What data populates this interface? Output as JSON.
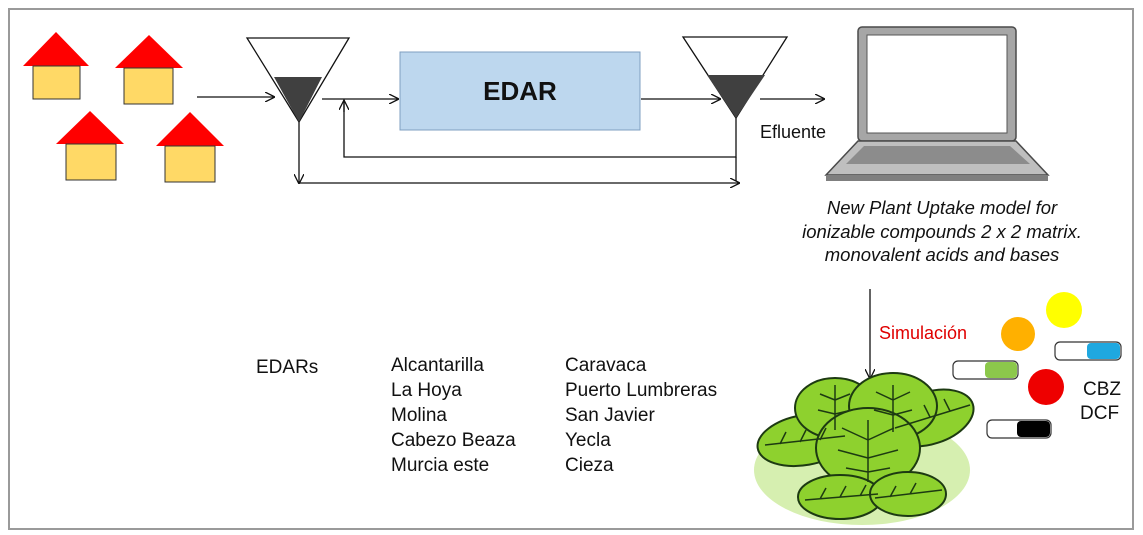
{
  "diagram": {
    "process_box_label": "EDAR",
    "effluent_label": "Efluente",
    "model_note": [
      "New Plant Uptake model for",
      "ionizable compounds 2 x 2 matrix.",
      "monovalent acids and bases"
    ],
    "simulation_label": "Simulación",
    "plants_heading": "EDARs",
    "plants_column_1": [
      "Alcantarilla",
      "La Hoya",
      "Molina",
      "Cabezo Beaza",
      "Murcia este"
    ],
    "plants_column_2": [
      "Caravaca",
      "Puerto Lumbreras",
      "San Javier",
      "Yecla",
      "Cieza"
    ],
    "compound_labels": [
      "CBZ",
      "DCF"
    ]
  },
  "colors": {
    "roof": "#ff0000",
    "house_wall": "#ffd966",
    "edar_box": "#bdd7ee",
    "sludge": "#404040",
    "simulation_text": "#e00000",
    "orange_dot": "#ffb000",
    "yellow_dot": "#ffff00",
    "red_dot": "#ee0000",
    "green_bar": "#8cc84b",
    "blue_bar": "#1fa8e0",
    "black_bar": "#000000",
    "lettuce_leaf": "#8ed12e",
    "lettuce_shadow": "#d6efb0"
  }
}
